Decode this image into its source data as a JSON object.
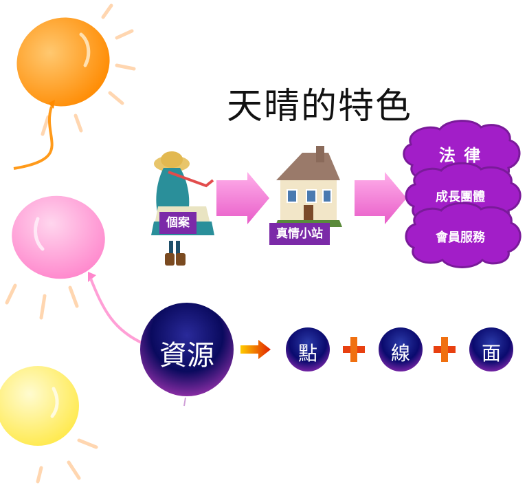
{
  "title": "天晴的特色",
  "flow": {
    "case_label": "個案",
    "station_label": "真情小站"
  },
  "services": [
    "法 律",
    "成長團體",
    "會員服務"
  ],
  "resources": {
    "main_label": "資源",
    "items": [
      "點",
      "線",
      "面"
    ]
  },
  "colors": {
    "purple": "#7b2aa8",
    "cloud": "#a21ec8",
    "arrow_pink": "#f07ad6",
    "navy": "#0a0a5e",
    "balloon_orange": "#ff9a1a",
    "balloon_pink": "#ff9fd6",
    "balloon_yellow": "#ffee66"
  },
  "icons": [
    "balloon-icon",
    "girl-illustration",
    "house-illustration",
    "arrow-icon",
    "plus-icon"
  ]
}
